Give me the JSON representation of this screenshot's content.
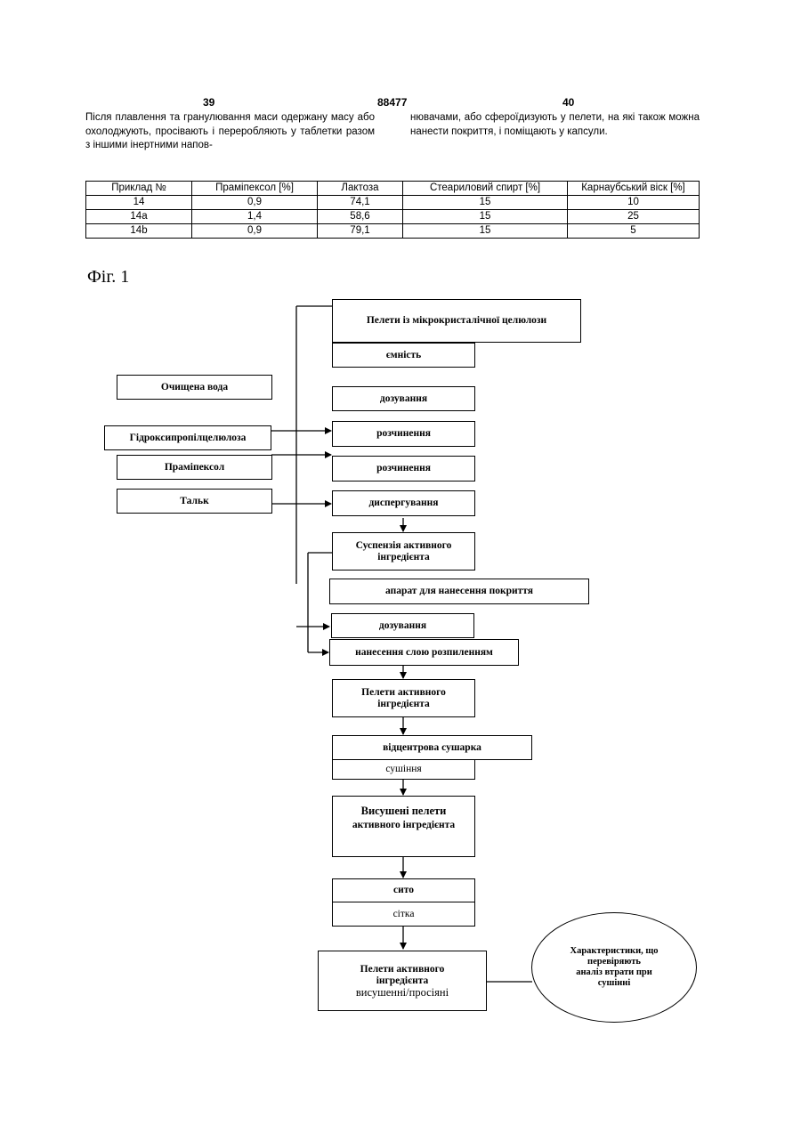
{
  "header": {
    "left_page": "39",
    "patent_number": "88477",
    "right_page": "40"
  },
  "text": {
    "left_column": "Після плавлення та гранулювання маси одержану масу або охолоджують, просівають і переробляють у таблетки разом з іншими інертними напов-",
    "right_column": "нювачами, або сфероїдизують у пелети, на які також можна нанести покриття, і поміщають у капсули."
  },
  "table": {
    "headers": [
      "Приклад №",
      "Праміпексол [%]",
      "Лактоза",
      "Стеариловий спирт [%]",
      "Карнаубський віск [%]"
    ],
    "rows": [
      [
        "14",
        "0,9",
        "74,1",
        "15",
        "10"
      ],
      [
        "14a",
        "1,4",
        "58,6",
        "15",
        "25"
      ],
      [
        "14b",
        "0,9",
        "79,1",
        "15",
        "5"
      ]
    ]
  },
  "figure": {
    "label": "Фіг. 1",
    "boxes": {
      "mcc_pellets": "Пелети із мікрокристалічної целюлози",
      "container": "ємність",
      "purified_water": "Очищена вода",
      "dosing_1": "дозування",
      "hpc": "Гідроксипропілцелюлоза",
      "dissolving_1": "розчинення",
      "pramipexole": "Праміпексол",
      "dissolving_2": "розчинення",
      "talc": "Тальк",
      "dispersing": "диспергування",
      "suspension_1": "Суспензія активного",
      "suspension_2": "інгредієнта",
      "coating_apparatus": "апарат для нанесення покриття",
      "dosing_2": "дозування",
      "spray_coating": "нанесення слою розпиленням",
      "active_pellets_1": "Пелети активного",
      "active_pellets_2": "інгредієнта",
      "centrifugal_dryer": "відцентрова сушарка",
      "drying": "сушіння",
      "dried_pellets_1": "Висушені пелети",
      "dried_pellets_2": "активного інгредієнта",
      "sieve": "сито",
      "mesh": "сітка",
      "final_1": "Пелети активного",
      "final_2": "інгредієнта",
      "final_3": "висушенні/просіяні"
    },
    "ellipse": {
      "line1": "Характеристики, що",
      "line2": "перевіряють",
      "line3": "аналіз втрати при",
      "line4": "сушінні"
    }
  }
}
